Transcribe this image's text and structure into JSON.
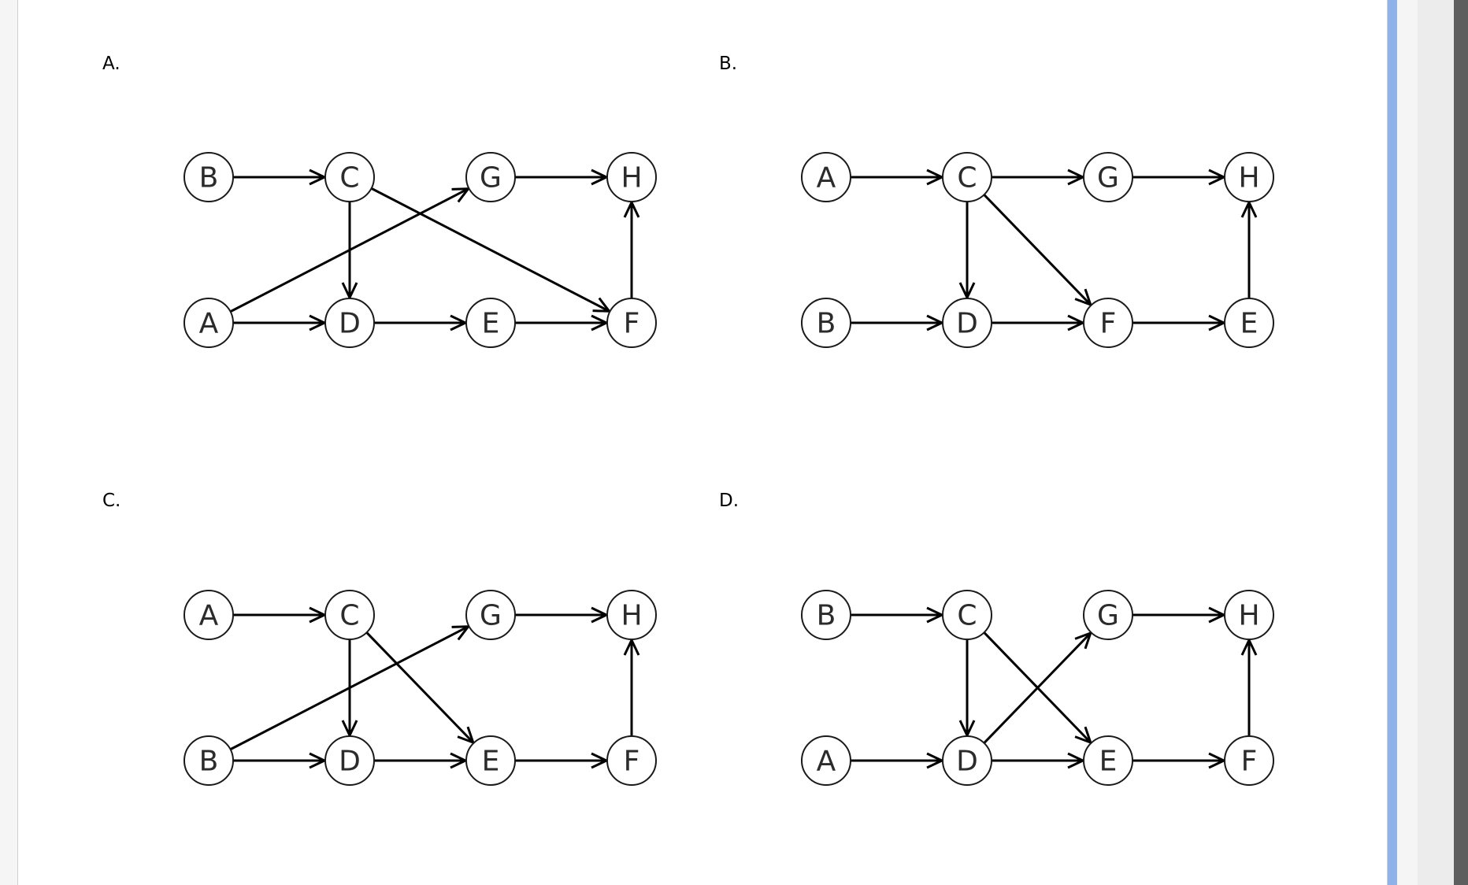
{
  "options": [
    {
      "label": "A.",
      "nodes": [
        {
          "id": "B",
          "row": 0,
          "col": 0
        },
        {
          "id": "C",
          "row": 0,
          "col": 1
        },
        {
          "id": "G",
          "row": 0,
          "col": 2
        },
        {
          "id": "H",
          "row": 0,
          "col": 3
        },
        {
          "id": "A",
          "row": 1,
          "col": 0
        },
        {
          "id": "D",
          "row": 1,
          "col": 1
        },
        {
          "id": "E",
          "row": 1,
          "col": 2
        },
        {
          "id": "F",
          "row": 1,
          "col": 3
        }
      ],
      "edges": [
        [
          "B",
          "C"
        ],
        [
          "C",
          "D"
        ],
        [
          "C",
          "F"
        ],
        [
          "A",
          "G"
        ],
        [
          "G",
          "H"
        ],
        [
          "A",
          "D"
        ],
        [
          "D",
          "E"
        ],
        [
          "E",
          "F"
        ],
        [
          "F",
          "H"
        ]
      ]
    },
    {
      "label": "B.",
      "nodes": [
        {
          "id": "A",
          "row": 0,
          "col": 0
        },
        {
          "id": "C",
          "row": 0,
          "col": 1
        },
        {
          "id": "G",
          "row": 0,
          "col": 2
        },
        {
          "id": "H",
          "row": 0,
          "col": 3
        },
        {
          "id": "B",
          "row": 1,
          "col": 0
        },
        {
          "id": "D",
          "row": 1,
          "col": 1
        },
        {
          "id": "F",
          "row": 1,
          "col": 2
        },
        {
          "id": "E",
          "row": 1,
          "col": 3
        }
      ],
      "edges": [
        [
          "A",
          "C"
        ],
        [
          "C",
          "G"
        ],
        [
          "G",
          "H"
        ],
        [
          "C",
          "D"
        ],
        [
          "C",
          "F"
        ],
        [
          "B",
          "D"
        ],
        [
          "D",
          "F"
        ],
        [
          "F",
          "E"
        ],
        [
          "E",
          "H"
        ]
      ]
    },
    {
      "label": "C.",
      "nodes": [
        {
          "id": "A",
          "row": 0,
          "col": 0
        },
        {
          "id": "C",
          "row": 0,
          "col": 1
        },
        {
          "id": "G",
          "row": 0,
          "col": 2
        },
        {
          "id": "H",
          "row": 0,
          "col": 3
        },
        {
          "id": "B",
          "row": 1,
          "col": 0
        },
        {
          "id": "D",
          "row": 1,
          "col": 1
        },
        {
          "id": "E",
          "row": 1,
          "col": 2
        },
        {
          "id": "F",
          "row": 1,
          "col": 3
        }
      ],
      "edges": [
        [
          "A",
          "C"
        ],
        [
          "C",
          "D"
        ],
        [
          "C",
          "E"
        ],
        [
          "B",
          "G"
        ],
        [
          "G",
          "H"
        ],
        [
          "B",
          "D"
        ],
        [
          "D",
          "E"
        ],
        [
          "E",
          "F"
        ],
        [
          "F",
          "H"
        ]
      ]
    },
    {
      "label": "D.",
      "nodes": [
        {
          "id": "B",
          "row": 0,
          "col": 0
        },
        {
          "id": "C",
          "row": 0,
          "col": 1
        },
        {
          "id": "G",
          "row": 0,
          "col": 2
        },
        {
          "id": "H",
          "row": 0,
          "col": 3
        },
        {
          "id": "A",
          "row": 1,
          "col": 0
        },
        {
          "id": "D",
          "row": 1,
          "col": 1
        },
        {
          "id": "E",
          "row": 1,
          "col": 2
        },
        {
          "id": "F",
          "row": 1,
          "col": 3
        }
      ],
      "edges": [
        [
          "B",
          "C"
        ],
        [
          "C",
          "D"
        ],
        [
          "C",
          "E"
        ],
        [
          "D",
          "G"
        ],
        [
          "G",
          "H"
        ],
        [
          "A",
          "D"
        ],
        [
          "D",
          "E"
        ],
        [
          "E",
          "F"
        ],
        [
          "F",
          "H"
        ]
      ]
    }
  ]
}
